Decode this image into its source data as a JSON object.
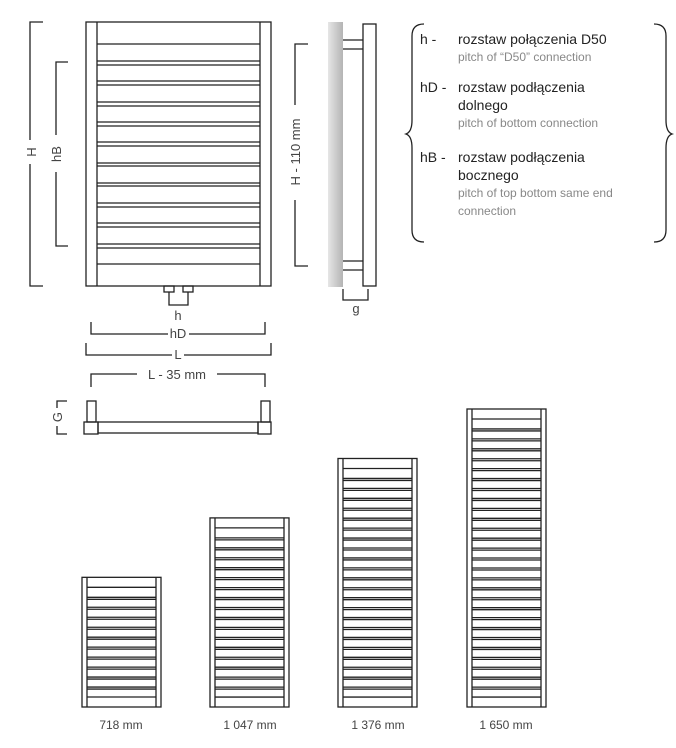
{
  "dimensions": {
    "H": "H",
    "hB": "hB",
    "h": "h",
    "hD": "hD",
    "L": "L",
    "L_minus": "L - 35 mm",
    "G": "G",
    "H_minus": "H - 110 mm",
    "g": "g"
  },
  "legend": [
    {
      "key": "h -",
      "pl": "rozstaw połączenia D50",
      "en": "pitch of “D50” connection"
    },
    {
      "key": "hD -",
      "pl": "rozstaw podłączenia dolnego",
      "en": "pitch of bottom connection"
    },
    {
      "key": "hB -",
      "pl": "rozstaw podłączenia bocznego",
      "en": "pitch of top bottom same end connection"
    }
  ],
  "sizes": [
    {
      "label": "718 mm",
      "height_mm": 718,
      "rungs": 12
    },
    {
      "label": "1 047 mm",
      "height_mm": 1047,
      "rungs": 18
    },
    {
      "label": "1 376 mm",
      "height_mm": 1376,
      "rungs": 24
    },
    {
      "label": "1 650 mm",
      "height_mm": 1650,
      "rungs": 29
    }
  ],
  "colors": {
    "line": "#222222",
    "wall": "#c8c8c8"
  }
}
